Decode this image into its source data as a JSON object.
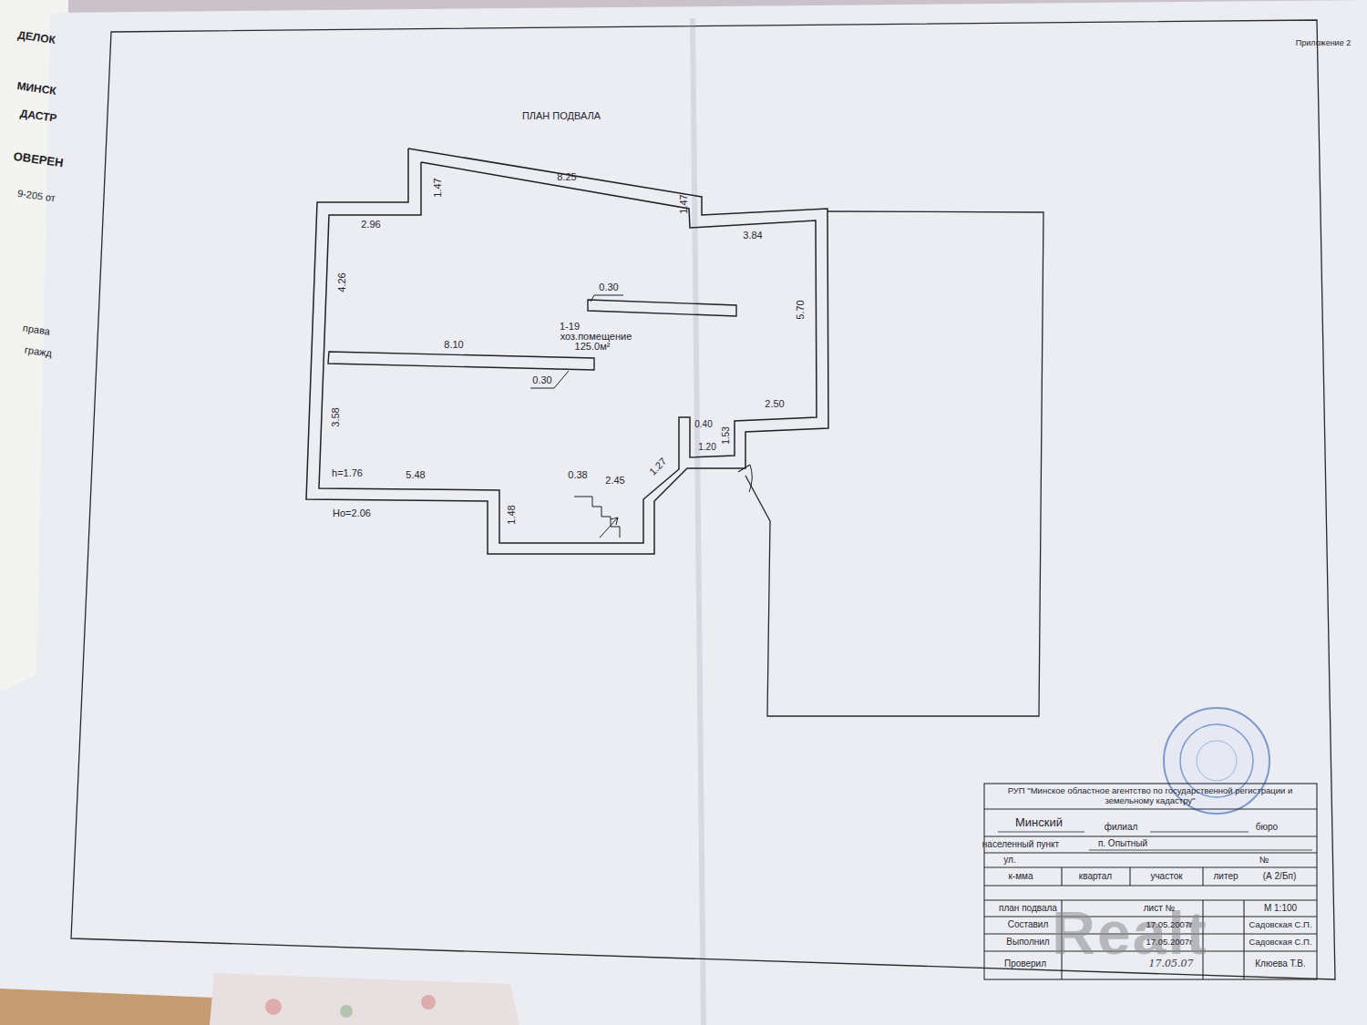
{
  "diagram": {
    "title": "ПЛАН ПОДВАЛА",
    "nodes": [
      {
        "text": [
          "1-19",
          "хоз.помещение",
          "125.0м²"
        ]
      }
    ],
    "labels": [
      "Приложение 2",
      "1.47",
      "8.25",
      "1.47",
      "2.96",
      "3.84",
      "4.26",
      "0.30",
      "5.70",
      "8.10",
      "0.30",
      "3.58",
      "0.40",
      "1.53",
      "2.50",
      "1.20",
      "1.27",
      "h=1.76",
      "5.48",
      "0.38",
      "2.45",
      "1.48",
      "Ho=2.06",
      "РУП \"Минское областное агентство по государственной регистрации и земельному кадастру\"",
      "Минский",
      "филиал",
      "бюро",
      "населенный пункт",
      "п. Опытный",
      "ул.",
      "№",
      "к-мма",
      "квартал",
      "участок",
      "литер",
      "(А 2/Бп)",
      "план подвала",
      "лист №",
      "М 1:100",
      "Составил",
      "17.05.2007г",
      "Садовская С.П.",
      "Выполнил",
      "17.05.2007г",
      "Садовская С.П.",
      "Проверил",
      "17.05.07",
      "Клюева Т.В.",
      "Realt",
      "ДЕЛОК",
      "МИНСК",
      "ДАСТР",
      "ОВЕРЕН",
      "9-205 от",
      "права",
      "гражд"
    ]
  }
}
